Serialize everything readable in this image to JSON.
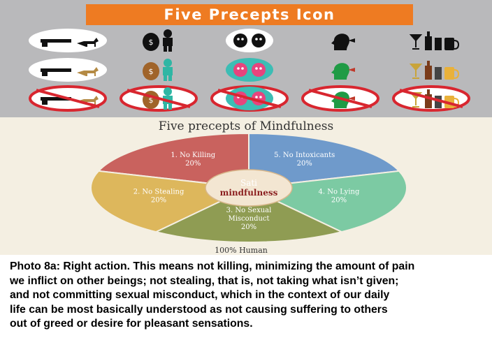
{
  "banner": {
    "title": "Five Precepts Icon",
    "color": "#ee7b22"
  },
  "icon_rows": [
    {
      "style": "outline",
      "icons": [
        "gun-deer-icon",
        "money-bag-thief-icon",
        "couple-faces-icon",
        "speaking-head-icon",
        "alcohol-bottles-icon"
      ]
    },
    {
      "style": "color",
      "icons": [
        "gun-deer-icon",
        "money-bag-thief-icon",
        "couple-faces-icon",
        "speaking-head-icon",
        "alcohol-bottles-icon"
      ]
    },
    {
      "style": "prohibited",
      "icons": [
        "gun-deer-icon",
        "money-bag-thief-icon",
        "couple-faces-icon",
        "speaking-head-icon",
        "alcohol-bottles-icon"
      ]
    }
  ],
  "chart_data": {
    "type": "pie",
    "title": "Five precepts of Mindfulness",
    "center_label": {
      "line1": "Sati",
      "line2": "mindfulness"
    },
    "footer": "100% Human",
    "slices": [
      {
        "line1": "1. No Killing",
        "line2": "",
        "pct_label": "20%",
        "value": 20,
        "color": "#c9625e"
      },
      {
        "line1": "5. No Intoxicants",
        "line2": "",
        "pct_label": "20%",
        "value": 20,
        "color": "#6f9acb"
      },
      {
        "line1": "4. No Lying",
        "line2": "",
        "pct_label": "20%",
        "value": 20,
        "color": "#7ccaa3"
      },
      {
        "line1": "3. No Sexual",
        "line2": "Misconduct",
        "pct_label": "20%",
        "value": 20,
        "color": "#8f9c53"
      },
      {
        "line1": "2. No Stealing",
        "line2": "",
        "pct_label": "20%",
        "value": 20,
        "color": "#ddb75c"
      }
    ]
  },
  "caption": {
    "lines": [
      "Photo 8a: Right action. This means not killing, minimizing the amount of pain",
      "we inflict on other beings; not stealing, that is, not taking what isn’t given;",
      "and not committing sexual misconduct, which in the context of our daily",
      "life can be most basically understood as not causing suffering to others",
      "out of greed or desire for pleasant sensations."
    ]
  }
}
